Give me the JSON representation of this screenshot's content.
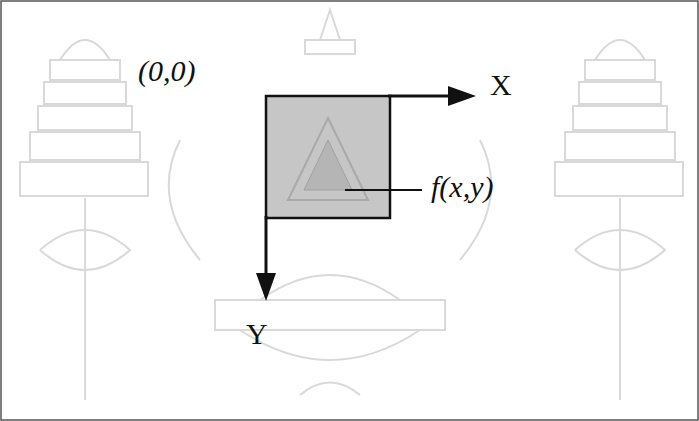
{
  "diagram": {
    "labels": [
      "(0,0)",
      "X",
      "Y",
      "f(x,y)"
    ]
  }
}
